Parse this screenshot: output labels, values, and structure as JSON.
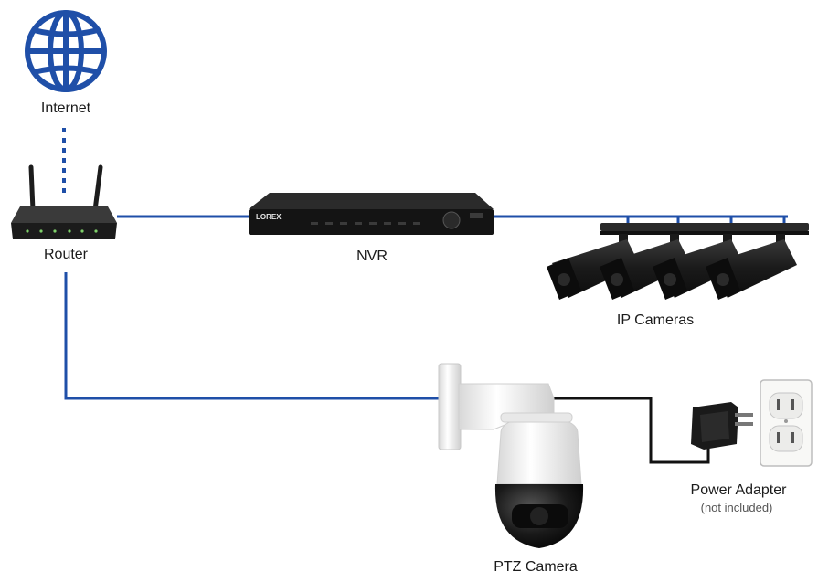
{
  "labels": {
    "internet": "Internet",
    "router": "Router",
    "nvr": "NVR",
    "ip_cameras": "IP Cameras",
    "power_adapter": "Power Adapter",
    "power_adapter_note": "(not included)",
    "ptz_camera": "PTZ Camera"
  },
  "nvr_brand": "LOREX",
  "colors": {
    "network_cable": "#1f4fa8",
    "power_cable": "#111111",
    "internet_globe": "#1f4fa8",
    "device_body": "#1e1e1e"
  },
  "icons": [
    "globe-icon",
    "router-icon",
    "nvr-icon",
    "ip-camera-icon",
    "ptz-camera-icon",
    "power-adapter-icon",
    "wall-outlet-icon"
  ]
}
